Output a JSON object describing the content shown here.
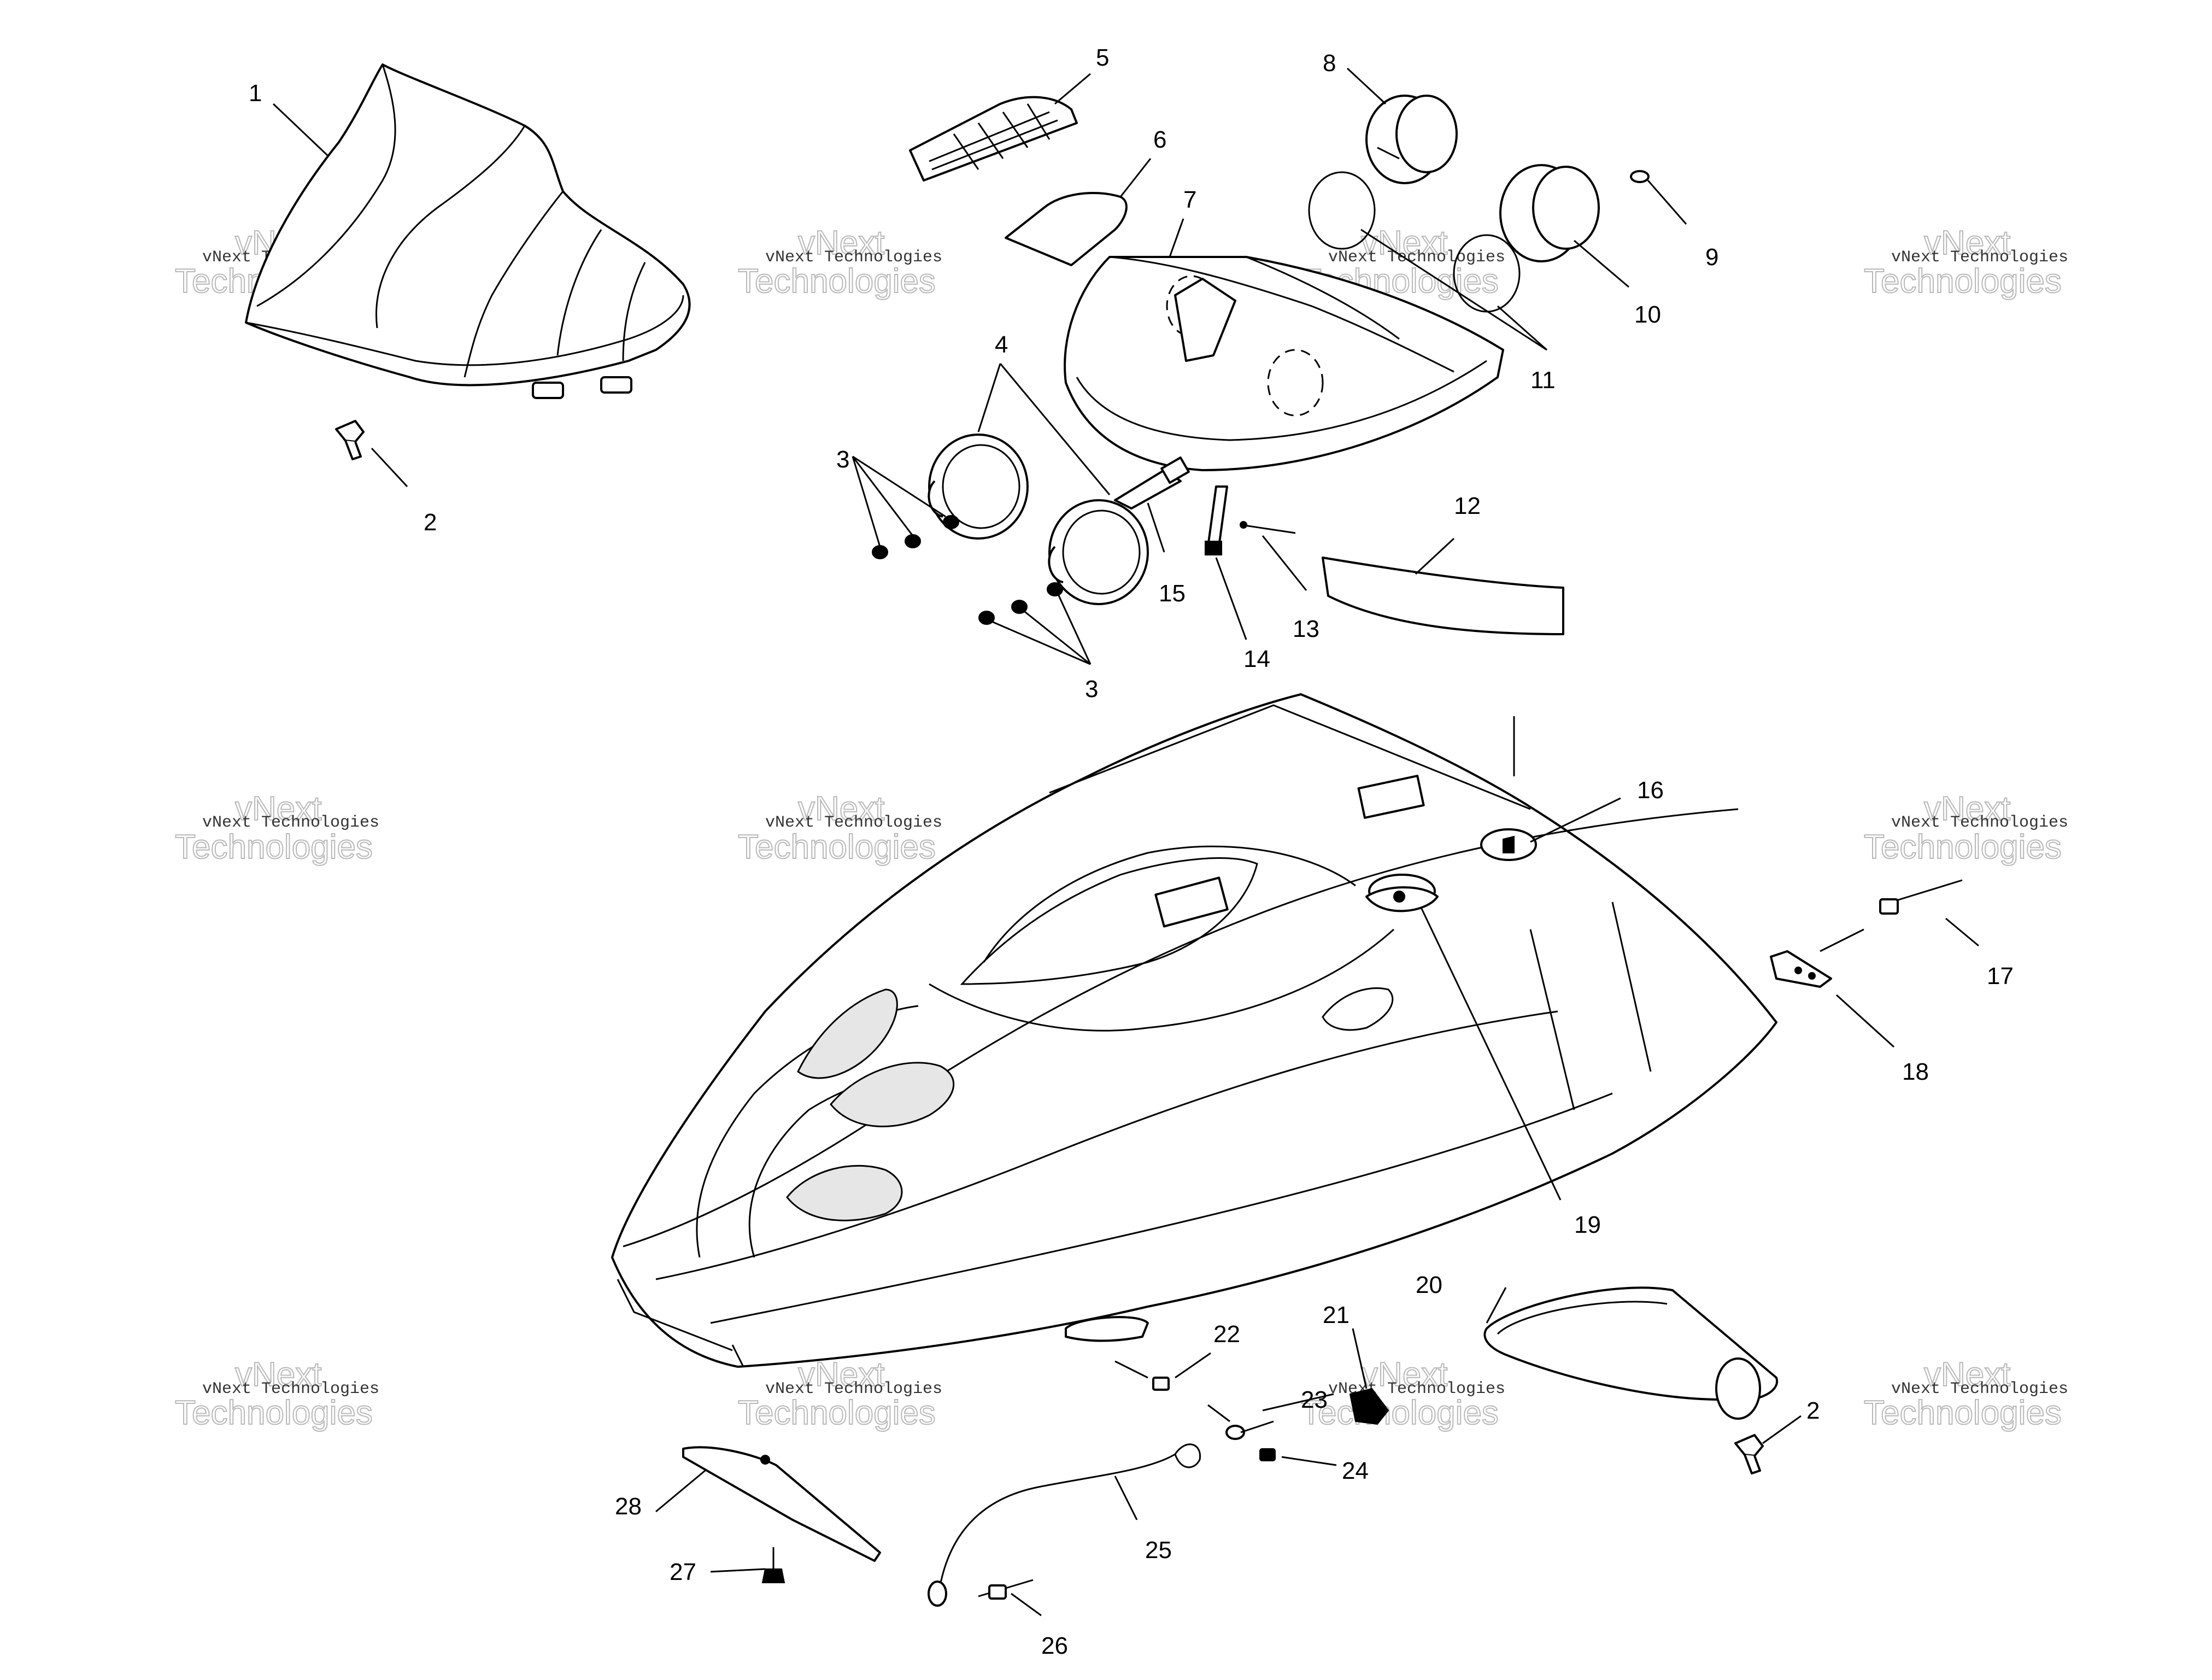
{
  "diagram": {
    "callouts": [
      "1",
      "2",
      "3",
      "4",
      "5",
      "6",
      "7",
      "8",
      "9",
      "10",
      "11",
      "12",
      "13",
      "14",
      "15",
      "3",
      "16",
      "17",
      "18",
      "19",
      "20",
      "21",
      "22",
      "23",
      "24",
      "25",
      "26",
      "27",
      "28",
      "2"
    ],
    "watermark": {
      "brand_line1": "vNext",
      "brand_line2": "Technologies",
      "caption": "vNext Technologies"
    }
  }
}
